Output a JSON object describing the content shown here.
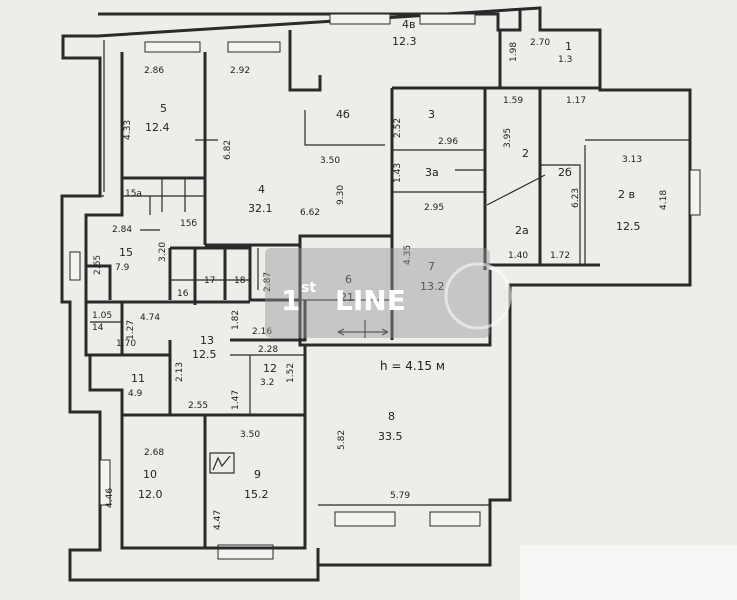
{
  "logo": {
    "text_main": "1",
    "text_sup": "st",
    "text_after": "LINE"
  },
  "ceiling_height": "h = 4.15 м",
  "rooms": [
    {
      "id": "r-4v",
      "number": "4в",
      "area": "12.3"
    },
    {
      "id": "r-1",
      "number": "1",
      "area": "1.3"
    },
    {
      "id": "r-5",
      "number": "5",
      "area": "12.4"
    },
    {
      "id": "r-4b",
      "number": "4б",
      "area": ""
    },
    {
      "id": "r-3",
      "number": "3",
      "area": ""
    },
    {
      "id": "r-3a",
      "number": "3а",
      "area": ""
    },
    {
      "id": "r-2",
      "number": "2",
      "area": ""
    },
    {
      "id": "r-2b",
      "number": "2б",
      "area": ""
    },
    {
      "id": "r-2v",
      "number": "2 в",
      "area": "12.5"
    },
    {
      "id": "r-2a",
      "number": "2а",
      "area": ""
    },
    {
      "id": "r-4",
      "number": "4",
      "area": "32.1"
    },
    {
      "id": "r-15",
      "number": "15",
      "area": "7.9"
    },
    {
      "id": "r-15a",
      "number": "15а",
      "area": ""
    },
    {
      "id": "r-15b",
      "number": "15б",
      "area": ""
    },
    {
      "id": "r-16",
      "number": "16",
      "area": ""
    },
    {
      "id": "r-17",
      "number": "17",
      "area": ""
    },
    {
      "id": "r-18",
      "number": "18",
      "area": ""
    },
    {
      "id": "r-6",
      "number": "6",
      "area": "21"
    },
    {
      "id": "r-7",
      "number": "7",
      "area": "13.2"
    },
    {
      "id": "r-14",
      "number": "14",
      "area": ""
    },
    {
      "id": "r-13",
      "number": "13",
      "area": "12.5"
    },
    {
      "id": "r-12",
      "number": "12",
      "area": "3.2"
    },
    {
      "id": "r-11",
      "number": "11",
      "area": "4.9"
    },
    {
      "id": "r-8",
      "number": "8",
      "area": "33.5"
    },
    {
      "id": "r-10",
      "number": "10",
      "area": "12.0"
    },
    {
      "id": "r-9",
      "number": "9",
      "area": "15.2"
    }
  ],
  "dimensions": [
    "2.86",
    "2.92",
    "4.33",
    "6.82",
    "3.50",
    "9.30",
    "6.62",
    "2.52",
    "2.96",
    "1.43",
    "2.95",
    "4.35",
    "1.59",
    "3.95",
    "1.17",
    "6.23",
    "3.13",
    "4.18",
    "1.40",
    "1.72",
    "1.98",
    "2.70",
    "2.84",
    "2.65",
    "3.20",
    "2.87",
    "4.74",
    "1.82",
    "2.16",
    "1.05",
    "1.27",
    "1.70",
    "2.13",
    "2.28",
    "1.52",
    "1.47",
    "2.55",
    "2.68",
    "4.46",
    "3.50",
    "4.47",
    "5.82",
    "5.79"
  ]
}
